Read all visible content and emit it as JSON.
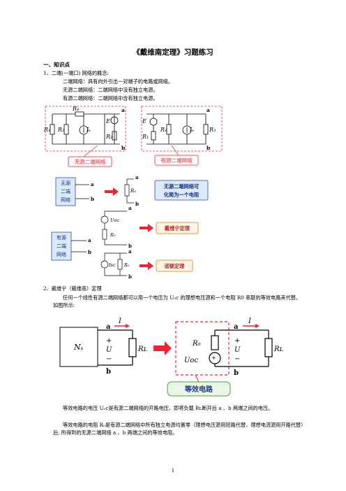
{
  "doc": {
    "title": "《戴维南定理》习题练习",
    "section1": "一、知识点",
    "item1": "1、二端(一端口) 网络的概念:",
    "def1": "二端网络：具有向外引出一对端子的电路或网络。",
    "def2": "无源二端网络：二端网络中没有独立电源。",
    "def3": "有源二端网络：二端网络中含有独立电源。",
    "item2": "2、戴维宁（戴维南）定理",
    "p1": "任何一个线性有源二端网络都可以用一个电压为 U₀c 的理想电压源和一个电阻 R0 串联的等效电路来代替。  如图所示:",
    "p2": "等效电路的电压 U₀c是有源二端网络的开路电压，即将负载 Rʟ断开后 a 、b 两端之间的电压。",
    "p3": "等效电路的电阻 R₀是有源二端网络中所有独立电源均置零（理想电压源用短路代替，理想电流源用开路代替）后, 所得到的无源二端网络 a 、b 两端之间的等效电阻。",
    "page": "1"
  },
  "fig1": {
    "passive_label": "无源二端网络",
    "active_label": "有源二端网络",
    "a": "a",
    "b": "b",
    "R1": "R₁",
    "R2": "R₂",
    "R3": "R₃",
    "R4": "R₄",
    "Is": "Iₛ",
    "E": "E",
    "plus": "+",
    "minus": "−"
  },
  "fig2": {
    "passive_box": [
      "无源",
      "二端",
      "网络"
    ],
    "active_box": [
      "有源",
      "二端",
      "网络"
    ],
    "callout": [
      "无源二端网络可",
      "化简为一个电阻"
    ],
    "thevenin": "戴维宁定理",
    "norton": "诺顿定理",
    "R0": "R₀",
    "Uoc": "Uoc",
    "Isc": "Isc",
    "a": "a",
    "b": "b"
  },
  "fig3": {
    "Ns": "Nₛ",
    "U": "U",
    "I": "I",
    "RL": "Rʟ",
    "R0": "R₀",
    "Uoc": "Uoc",
    "a": "a",
    "b": "b",
    "plus": "+",
    "minus": "−",
    "equiv": "等效电路"
  }
}
